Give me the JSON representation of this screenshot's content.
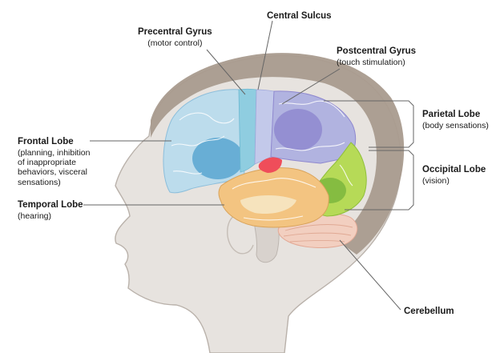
{
  "labels": {
    "precentral": {
      "title": "Precentral Gyrus",
      "desc": "(motor control)"
    },
    "central": {
      "title": "Central Sulcus"
    },
    "postcentral": {
      "title": "Postcentral Gyrus",
      "desc": "(touch stimulation)"
    },
    "parietal": {
      "title": "Parietal Lobe",
      "desc": "(body sensations)"
    },
    "occipital": {
      "title": "Occipital Lobe",
      "desc": "(vision)"
    },
    "frontal": {
      "title": "Frontal Lobe",
      "desc": "(planning, inhibition\nof inappropriate\nbehaviors, visceral\nsensations)"
    },
    "temporal": {
      "title": "Temporal Lobe",
      "desc": "(hearing)"
    },
    "cerebellum": {
      "title": "Cerebellum"
    }
  },
  "colors": {
    "skin": "#e7e3df",
    "skin_outline": "#b9b1aa",
    "hair": "#a99b8e",
    "frontal": "#bcdcec",
    "frontal_deep": "#5ea9d3",
    "precentral": "#8fcde0",
    "postcentral": "#c3c9ea",
    "parietal": "#b1b3e0",
    "parietal_deep": "#8f88cf",
    "temporal": "#f3c481",
    "temporal_light": "#f6e5c0",
    "insula": "#ef4d5a",
    "occipital": "#b6da57",
    "occipital_deep": "#7fb83f",
    "cerebellum": "#f2cfc0",
    "brainstem": "#d8d2cd",
    "leader_line": "#666666"
  }
}
